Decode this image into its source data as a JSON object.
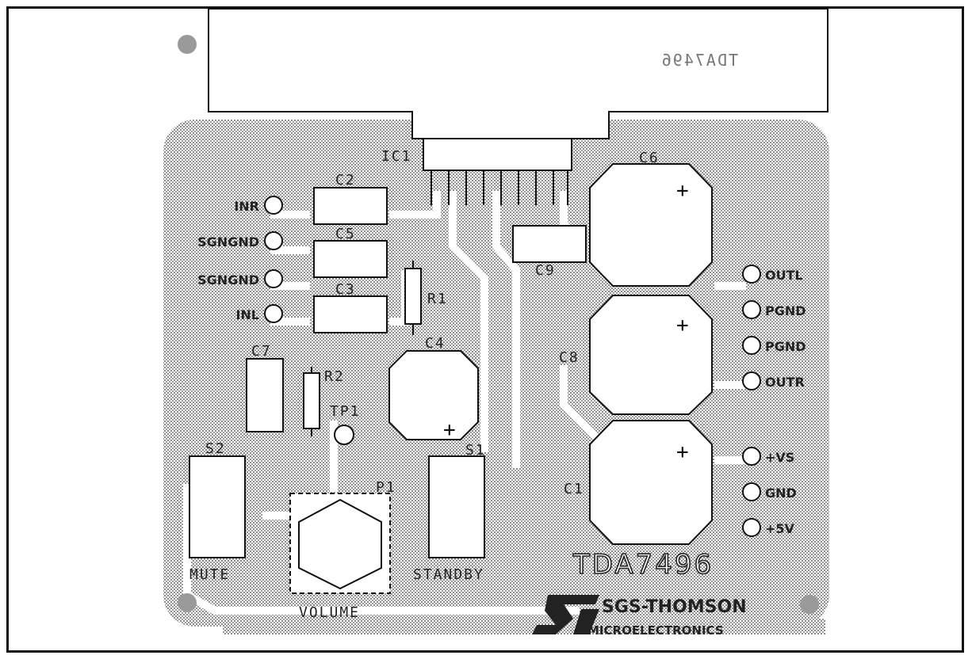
{
  "board": {
    "title": "TDA7496",
    "chip_mark": "TDA7496",
    "manufacturer": "SGS-THOMSON",
    "manufacturer_sub": "MICROELECTRONICS"
  },
  "components": {
    "ic1": "IC1",
    "c1": "C1",
    "c2": "C2",
    "c3": "C3",
    "c4": "C4",
    "c5": "C5",
    "c6": "C6",
    "c7": "C7",
    "c8": "C8",
    "c9": "C9",
    "r1": "R1",
    "r2": "R2",
    "tp1": "TP1",
    "p1": "P1",
    "s1": "S1",
    "s2": "S2"
  },
  "left_pads": [
    "INR",
    "SGNGND",
    "SGNGND",
    "INL"
  ],
  "right_pads": [
    "OUTL",
    "PGND",
    "PGND",
    "OUTR",
    "+VS",
    "GND",
    "+5V"
  ],
  "captions": {
    "mute": "MUTE",
    "volume": "VOLUME",
    "standby": "STANDBY"
  },
  "colors": {
    "copper": "#cfcfcf",
    "outline": "#111111"
  }
}
